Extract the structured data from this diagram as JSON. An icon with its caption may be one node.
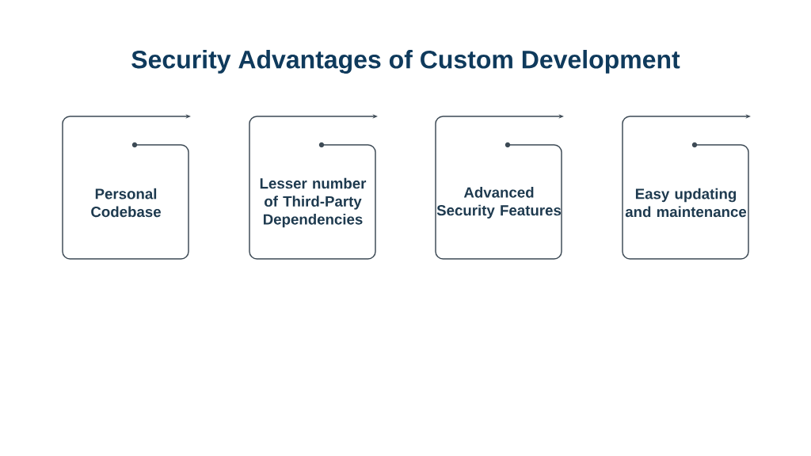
{
  "diagram": {
    "title": "Security Advantages of Custom Development",
    "nodes": [
      {
        "text": [
          "Personal Codebase"
        ]
      },
      {
        "text": [
          "Lesser number of Third-Party Dependencies"
        ]
      },
      {
        "text": [
          "Advanced Security Features"
        ]
      },
      {
        "text": [
          "Easy updating and maintenance"
        ]
      }
    ]
  }
}
